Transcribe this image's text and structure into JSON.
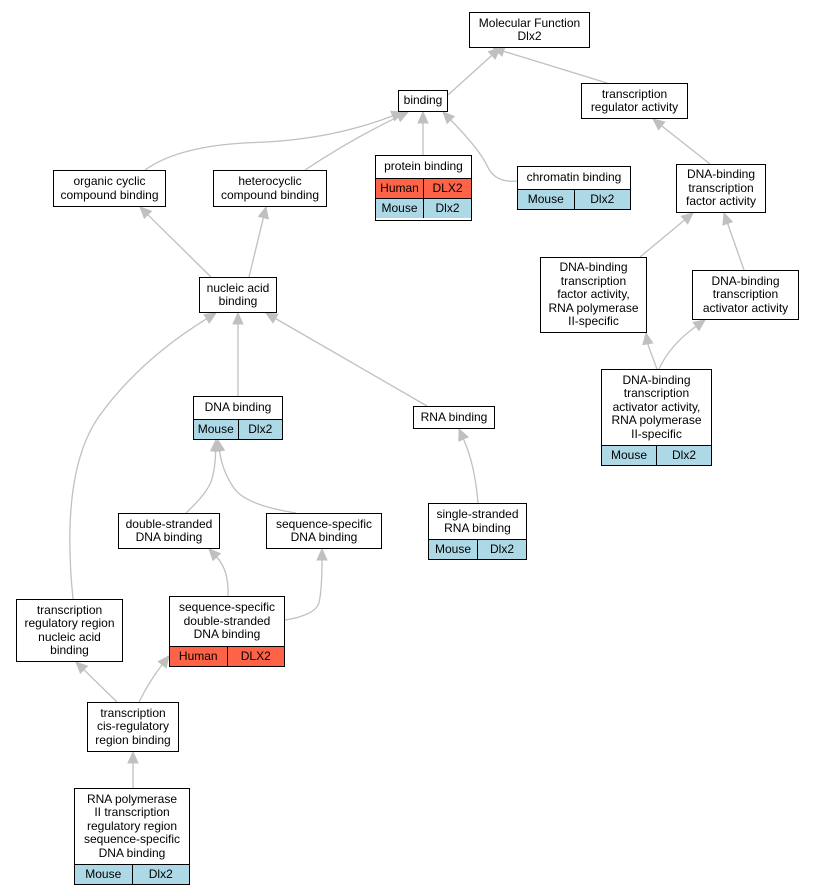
{
  "nodes": {
    "mf": {
      "label": "Molecular Function\nDlx2"
    },
    "binding": {
      "label": "binding"
    },
    "trans_reg": {
      "label": "transcription\nregulator activity"
    },
    "organic": {
      "label": "organic cyclic\ncompound binding"
    },
    "hetero": {
      "label": "heterocyclic\ncompound binding"
    },
    "protein": {
      "label": "protein binding",
      "annotations": [
        {
          "organism": "Human",
          "gene": "DLX2"
        },
        {
          "organism": "Mouse",
          "gene": "Dlx2"
        }
      ]
    },
    "chromatin": {
      "label": "chromatin binding",
      "annotations": [
        {
          "organism": "Mouse",
          "gene": "Dlx2"
        }
      ]
    },
    "dbtf": {
      "label": "DNA-binding\ntranscription\nfactor activity"
    },
    "dbtf_pol2": {
      "label": "DNA-binding\ntranscription\nfactor activity,\nRNA polymerase\nII-specific"
    },
    "dbta": {
      "label": "DNA-binding\ntranscription\nactivator activity"
    },
    "nucleic": {
      "label": "nucleic acid\nbinding"
    },
    "dbta_pol2": {
      "label": "DNA-binding\ntranscription\nactivator activity,\nRNA polymerase\nII-specific",
      "annotations": [
        {
          "organism": "Mouse",
          "gene": "Dlx2"
        }
      ]
    },
    "dna": {
      "label": "DNA binding",
      "annotations": [
        {
          "organism": "Mouse",
          "gene": "Dlx2"
        }
      ]
    },
    "rna": {
      "label": "RNA binding"
    },
    "ssrna": {
      "label": "single-stranded\nRNA binding",
      "annotations": [
        {
          "organism": "Mouse",
          "gene": "Dlx2"
        }
      ]
    },
    "dsdna": {
      "label": "double-stranded\nDNA binding"
    },
    "seqdna": {
      "label": "sequence-specific\nDNA binding"
    },
    "trrna": {
      "label": "transcription\nregulatory region\nnucleic acid\nbinding"
    },
    "ssds": {
      "label": "sequence-specific\ndouble-stranded\nDNA binding",
      "annotations": [
        {
          "organism": "Human",
          "gene": "DLX2"
        }
      ]
    },
    "tcis": {
      "label": "transcription\ncis-regulatory\nregion binding"
    },
    "pol2": {
      "label": "RNA polymerase\nII transcription\nregulatory region\nsequence-specific\nDNA binding",
      "annotations": [
        {
          "organism": "Mouse",
          "gene": "Dlx2"
        }
      ]
    }
  },
  "edges": [
    {
      "from": "binding",
      "to": "mf"
    },
    {
      "from": "trans_reg",
      "to": "mf"
    },
    {
      "from": "organic",
      "to": "binding"
    },
    {
      "from": "hetero",
      "to": "binding"
    },
    {
      "from": "protein",
      "to": "binding"
    },
    {
      "from": "chromatin",
      "to": "binding"
    },
    {
      "from": "dbtf",
      "to": "trans_reg"
    },
    {
      "from": "dbtf_pol2",
      "to": "dbtf"
    },
    {
      "from": "dbta",
      "to": "dbtf"
    },
    {
      "from": "dbta_pol2",
      "to": "dbtf_pol2"
    },
    {
      "from": "dbta_pol2",
      "to": "dbta"
    },
    {
      "from": "nucleic",
      "to": "organic"
    },
    {
      "from": "nucleic",
      "to": "hetero"
    },
    {
      "from": "dna",
      "to": "nucleic"
    },
    {
      "from": "rna",
      "to": "nucleic"
    },
    {
      "from": "trrna",
      "to": "nucleic"
    },
    {
      "from": "ssrna",
      "to": "rna"
    },
    {
      "from": "dsdna",
      "to": "dna"
    },
    {
      "from": "seqdna",
      "to": "dna"
    },
    {
      "from": "ssds",
      "to": "dsdna"
    },
    {
      "from": "ssds",
      "to": "seqdna"
    },
    {
      "from": "tcis",
      "to": "trrna"
    },
    {
      "from": "tcis",
      "to": "ssds"
    },
    {
      "from": "pol2",
      "to": "tcis"
    }
  ],
  "colors": {
    "edge": "#c0c0c0",
    "mouse": "#add8e6",
    "human": "#ff6347",
    "border": "#000000"
  }
}
